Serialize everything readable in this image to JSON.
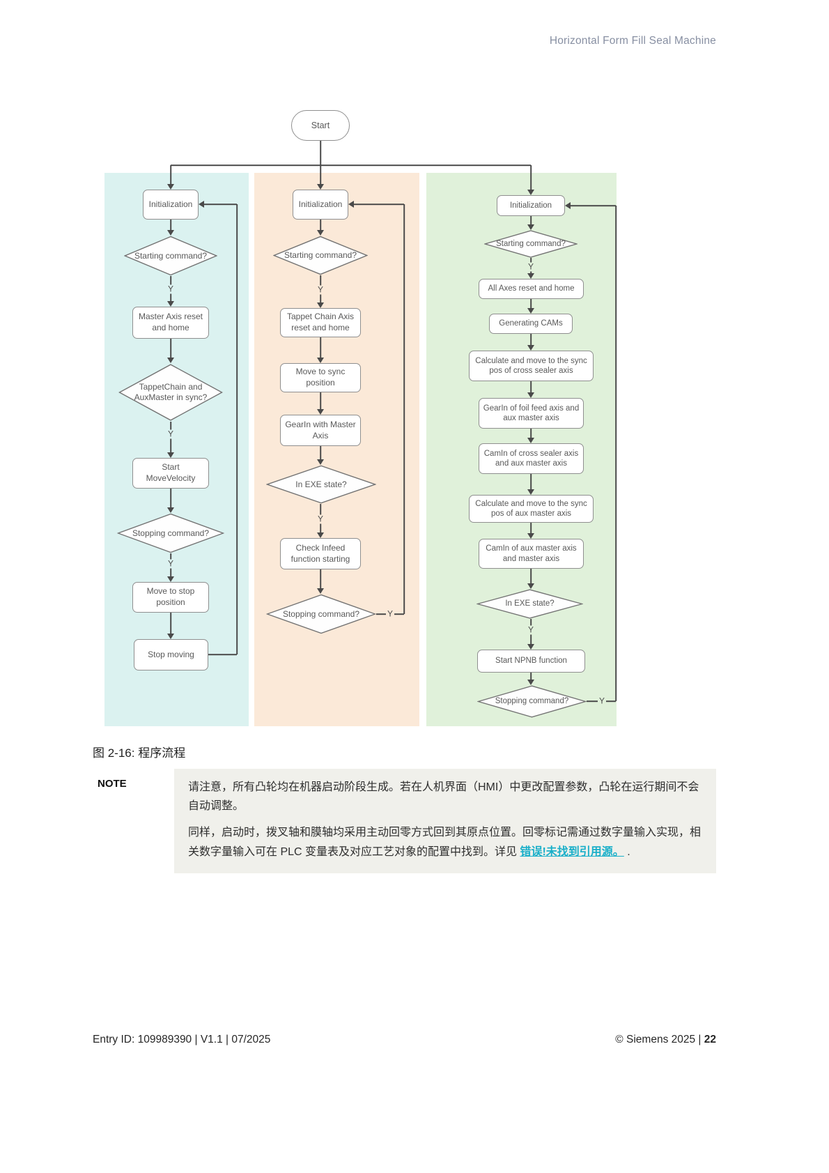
{
  "page": {
    "header_title": "Horizontal Form Fill Seal Machine",
    "caption": "图 2-16: 程序流程",
    "footer_left": "Entry ID: 109989390 | V1.1 | 07/2025",
    "footer_right_prefix": "© Siemens 2025 | ",
    "footer_page": "22"
  },
  "flowchart": {
    "start_label": "Start",
    "yes_label": "Y",
    "columns": [
      {
        "panel_color": "#DBF2F0",
        "nodes": [
          {
            "type": "process",
            "label": "Initialization"
          },
          {
            "type": "decision",
            "label": "Starting command?"
          },
          {
            "type": "process",
            "label": "Master Axis reset and home"
          },
          {
            "type": "decision",
            "label": "TappetChain and AuxMaster in sync?"
          },
          {
            "type": "process",
            "label": "Start MoveVelocity"
          },
          {
            "type": "decision",
            "label": "Stopping command?"
          },
          {
            "type": "process",
            "label": "Move to stop position"
          },
          {
            "type": "process",
            "label": "Stop moving"
          }
        ]
      },
      {
        "panel_color": "#FBE9D8",
        "nodes": [
          {
            "type": "process",
            "label": "Initialization"
          },
          {
            "type": "decision",
            "label": "Starting command?"
          },
          {
            "type": "process",
            "label": "Tappet Chain Axis reset and home"
          },
          {
            "type": "process",
            "label": "Move to sync position"
          },
          {
            "type": "process",
            "label": "GearIn with Master Axis"
          },
          {
            "type": "decision",
            "label": "In EXE state?"
          },
          {
            "type": "process",
            "label": "Check Infeed function starting"
          },
          {
            "type": "decision",
            "label": "Stopping command?"
          }
        ]
      },
      {
        "panel_color": "#E0F1DA",
        "nodes": [
          {
            "type": "process",
            "label": "Initialization"
          },
          {
            "type": "decision",
            "label": "Starting command?"
          },
          {
            "type": "process",
            "label": "All Axes reset and home"
          },
          {
            "type": "process",
            "label": "Generating CAMs"
          },
          {
            "type": "process",
            "label": "Calculate and move to the sync pos of cross sealer axis"
          },
          {
            "type": "process",
            "label": "GearIn of foil feed axis and aux master axis"
          },
          {
            "type": "process",
            "label": "CamIn of cross sealer axis and aux master axis"
          },
          {
            "type": "process",
            "label": "Calculate and move to the sync pos of aux master axis"
          },
          {
            "type": "process",
            "label": "CamIn of aux master axis and master axis"
          },
          {
            "type": "decision",
            "label": "In EXE state?"
          },
          {
            "type": "process",
            "label": "Start NPNB function"
          },
          {
            "type": "decision",
            "label": "Stopping command?"
          }
        ]
      }
    ]
  },
  "note": {
    "label": "NOTE",
    "p1": "请注意，所有凸轮均在机器启动阶段生成。若在人机界面（HMI）中更改配置参数，凸轮在运行期间不会自动调整。",
    "p2_before": "同样，启动时，拨叉轴和膜轴均采用主动回零方式回到其原点位置。回零标记需通过数字量输入实现，相关数字量输入可在 PLC 变量表及对应工艺对象的配置中找到。详见 ",
    "p2_link": "错误!未找到引用源。",
    "p2_after": " ."
  },
  "colors": {
    "panel_cyan": "#DBF2F0",
    "panel_orange": "#FBE9D8",
    "panel_green": "#E0F1DA",
    "note_background": "#F0F0EB",
    "link_teal": "#19AFC9",
    "header_text": "#878FA2",
    "line": "#4A4A4A"
  }
}
